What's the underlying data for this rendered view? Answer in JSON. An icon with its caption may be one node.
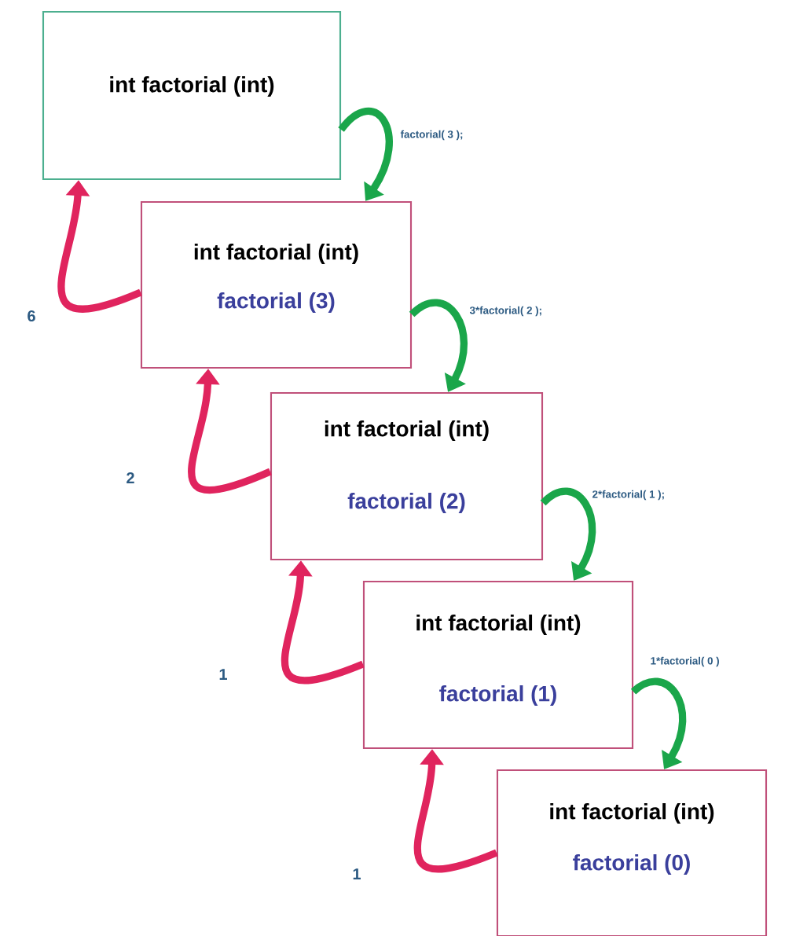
{
  "diagram": {
    "nodes": [
      {
        "text": [
          "int factorial (int)"
        ]
      },
      {
        "text": [
          "int factorial (int)",
          "factorial (3)"
        ]
      },
      {
        "text": [
          "int factorial (int)",
          "factorial (2)"
        ]
      },
      {
        "text": [
          "int factorial (int)",
          "factorial (1)"
        ]
      },
      {
        "text": [
          "int factorial (int)",
          "factorial (0)"
        ]
      }
    ],
    "edges": [
      {
        "from": 0,
        "to": 1,
        "arrow": "to",
        "label": "factorial( 3 );",
        "color": "#1aa64a"
      },
      {
        "from": 1,
        "to": 2,
        "arrow": "to",
        "label": "3*factorial( 2 );",
        "color": "#1aa64a"
      },
      {
        "from": 2,
        "to": 3,
        "arrow": "to",
        "label": "2*factorial( 1 );",
        "color": "#1aa64a"
      },
      {
        "from": 3,
        "to": 4,
        "arrow": "to",
        "label": "1*factorial( 0 )",
        "color": "#1aa64a"
      },
      {
        "from": 1,
        "to": 0,
        "arrow": "to",
        "label": "6",
        "color": "#e0245e"
      },
      {
        "from": 2,
        "to": 1,
        "arrow": "to",
        "label": "2",
        "color": "#e0245e"
      },
      {
        "from": 3,
        "to": 2,
        "arrow": "to",
        "label": "1",
        "color": "#e0245e"
      },
      {
        "from": 4,
        "to": 3,
        "arrow": "to",
        "label": "1",
        "color": "#e0245e"
      }
    ]
  }
}
